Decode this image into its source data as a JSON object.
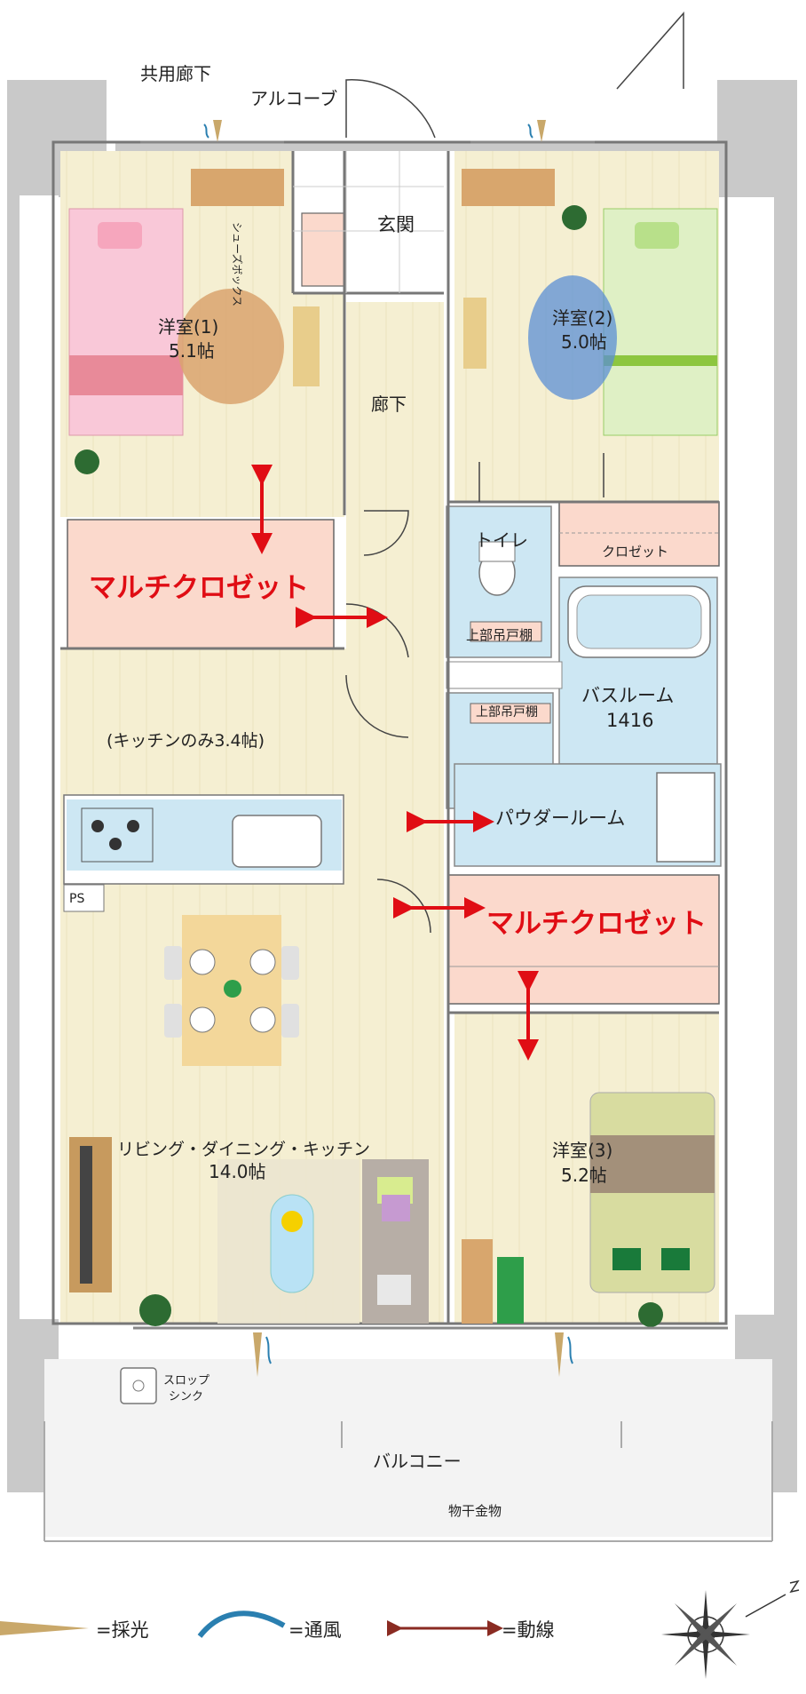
{
  "labels": {
    "corridor_common": "共用廊下",
    "alcove": "アルコーブ",
    "entrance": "玄関",
    "shoes_box": "シューズボックス",
    "hallway": "廊下",
    "room1_name": "洋室(1)",
    "room1_size": "5.1帖",
    "room2_name": "洋室(2)",
    "room2_size": "5.0帖",
    "room3_name": "洋室(3)",
    "room3_size": "5.2帖",
    "multi_closet_1": "マルチクロゼット",
    "multi_closet_2": "マルチクロゼット",
    "closet": "クロゼット",
    "toilet": "トイレ",
    "upper_shelf_1": "上部吊戸棚",
    "upper_shelf_2": "上部吊戸棚",
    "bathroom_name": "バスルーム",
    "bathroom_size": "1416",
    "powder_room": "パウダールーム",
    "kitchen_only": "(キッチンのみ3.4帖)",
    "ldk_name": "リビング・ダイニング・キッチン",
    "ldk_size": "14.0帖",
    "ps": "PS",
    "slop_sink_1": "スロップ",
    "slop_sink_2": "シンク",
    "balcony": "バルコニー",
    "laundry_hardware": "物干金物"
  },
  "legend": {
    "light": "=採光",
    "wind": "=通風",
    "flow": "=動線"
  },
  "colors": {
    "wood_floor": "#f5efd2",
    "wet_area": "#cde7f3",
    "closet_pink": "#fbd9cc",
    "wall_gray": "#c9c9c9",
    "accent_red": "#e00d14",
    "wind_blue": "#2a7fb0",
    "flow_brown": "#8a2b22"
  }
}
